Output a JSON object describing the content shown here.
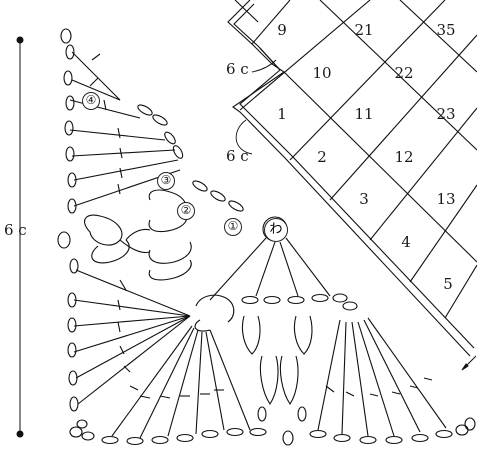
{
  "measure": {
    "height_label": "6 c",
    "top_label": "6 c",
    "bottom_label": "6 c"
  },
  "rounds": [
    "①",
    "②",
    "③",
    "④"
  ],
  "ring_symbol": "わ",
  "grid_numbers": {
    "row_a": [
      "9",
      "21",
      "35"
    ],
    "row_b": [
      "10",
      "22"
    ],
    "row_c": [
      "1",
      "11",
      "23"
    ],
    "row_d": [
      "2",
      "12"
    ],
    "row_e": [
      "3",
      "13"
    ],
    "row_f": [
      "4"
    ],
    "row_g": [
      "5"
    ]
  }
}
